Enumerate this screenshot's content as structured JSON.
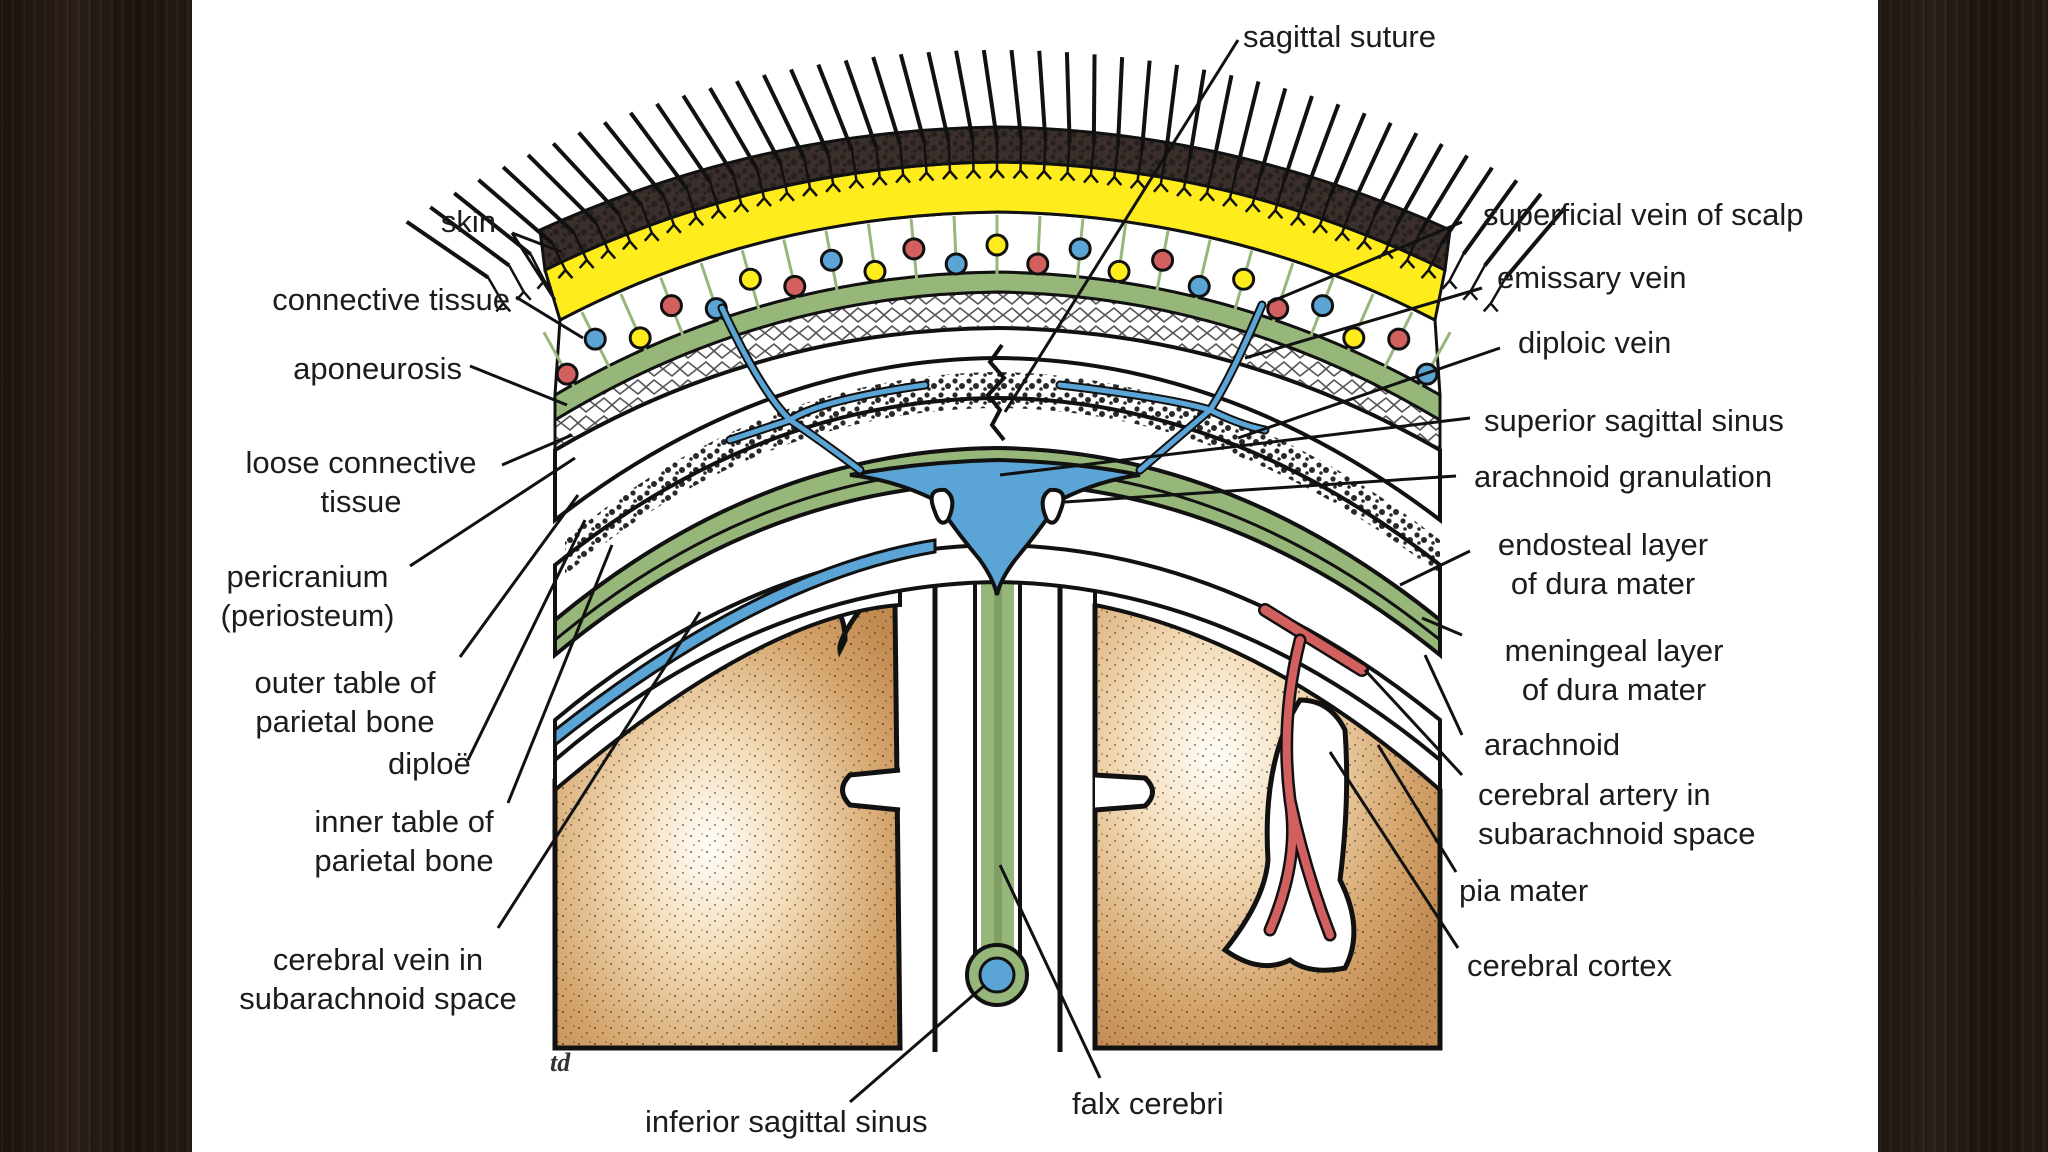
{
  "labels": {
    "skin": "skin",
    "connective_tissue": "connective tissue",
    "aponeurosis": "aponeurosis",
    "loose_connective_tissue": "loose connective\ntissue",
    "pericranium": "pericranium\n(periosteum)",
    "outer_table": "outer table of\nparietal bone",
    "diploe": "diploë",
    "inner_table": "inner table of\nparietal bone",
    "cerebral_vein": "cerebral vein in\nsubarachnoid space",
    "inferior_sagittal_sinus": "inferior sagittal sinus",
    "falx_cerebri": "falx cerebri",
    "sagittal_suture": "sagittal suture",
    "superficial_vein": "superficial vein of scalp",
    "emissary_vein": "emissary vein",
    "diploic_vein": "diploic vein",
    "superior_sagittal_sinus": "superior sagittal sinus",
    "arachnoid_granulation": "arachnoid granulation",
    "endosteal_layer": "endosteal layer\nof dura mater",
    "meningeal_layer": "meningeal layer\nof dura mater",
    "arachnoid": "arachnoid",
    "cerebral_artery": "cerebral artery in\nsubarachnoid space",
    "pia_mater": "pia mater",
    "cerebral_cortex": "cerebral cortex"
  },
  "signature": "td",
  "colors": {
    "skin_yellow": "#ffec1c",
    "dura_green": "#97b67a",
    "sinus_blue": "#5aa5d6",
    "artery_red": "#d2605e",
    "cortex_tan": "#c9965c",
    "background": "#1a1410",
    "slide": "#ffffff"
  }
}
